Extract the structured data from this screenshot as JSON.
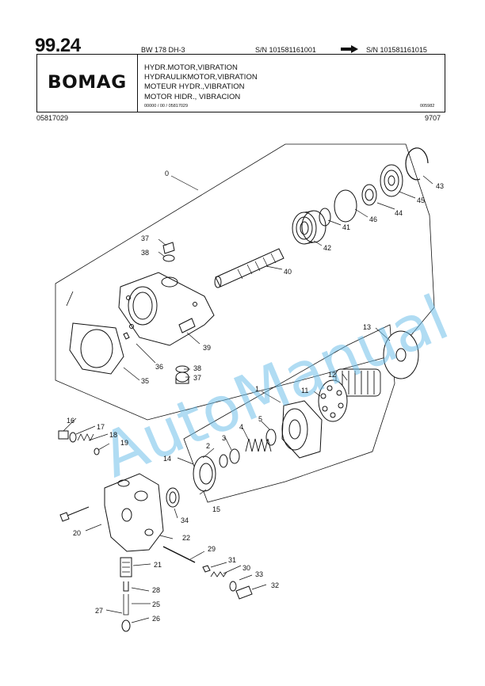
{
  "header": {
    "page_number": "99.24",
    "model": "BW 178 DH-3",
    "serial_from": "S/N 101581161001",
    "serial_to": "S/N 101581161015",
    "brand": "BOMAG",
    "titles": [
      "HYDR.MOTOR,VIBRATION",
      "HYDRAULIKMOTOR,VIBRATION",
      "MOTEUR HYDR.,VIBRATION",
      "MOTOR HIDR., VIBRACION"
    ],
    "doc_ref": "00000 / 00 / 05817029",
    "doc_code": "005982",
    "part_number": "05817029",
    "date_code": "9707"
  },
  "diagram": {
    "callouts": [
      "0",
      "1",
      "2",
      "3",
      "4",
      "5",
      "11",
      "12",
      "13",
      "14",
      "15",
      "16",
      "17",
      "18",
      "19",
      "20",
      "21",
      "22",
      "25",
      "26",
      "27",
      "28",
      "29",
      "30",
      "31",
      "32",
      "33",
      "34",
      "35",
      "36",
      "37",
      "37",
      "38",
      "38",
      "39",
      "40",
      "41",
      "42",
      "43",
      "44",
      "45",
      "46"
    ],
    "watermark": "AutoManual"
  }
}
